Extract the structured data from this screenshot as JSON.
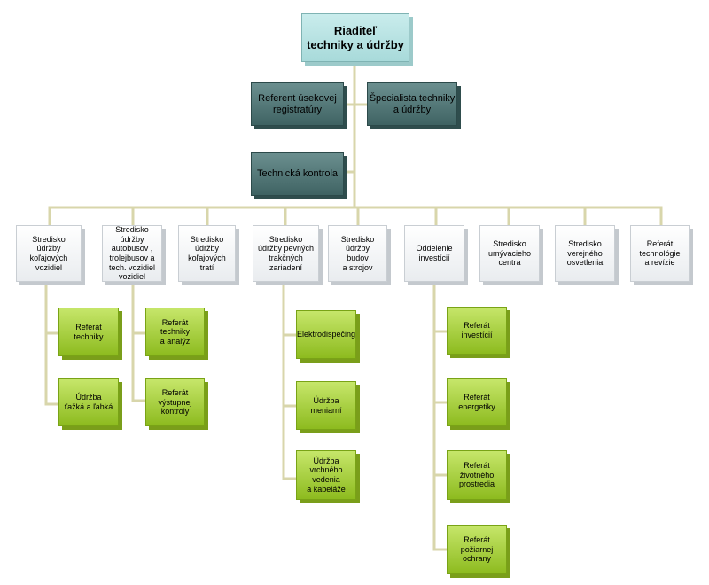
{
  "root": "Riaditeľ\ntechniky a údržby",
  "staff": {
    "referent": "Referent úsekovej\nregistratúry",
    "specialista": "Špecialista techniky\na údržby",
    "kontrola": "Technická kontrola"
  },
  "departments": [
    "Stredisko\núdržby\nkoľajových\nvozidiel",
    "Stredisko\núdržby\nautobusov ,\ntrolejbusov a\ntech. vozidiel\nvozidiel",
    "Stredisko\núdržby\nkoľajových\ntratí",
    "Stredisko\núdržby pevných\ntrakčných\nzariadení",
    "Stredisko\núdržby\nbudov\na strojov",
    "Oddelenie\ninvestícií",
    "Stredisko\numývacieho\ncentra",
    "Stredisko\nverejného\nosvetlenia",
    "Referát\ntechnológie\na revízie"
  ],
  "units": {
    "d1": [
      "Referát\ntechniky",
      "Údržba\nťažká a ľahká"
    ],
    "d2": [
      "Referát\ntechniky\na analýz",
      "Referát\nvýstupnej\nkontroly"
    ],
    "d4": [
      "Elektrodispečing",
      "Údržba\nmeniarní",
      "Údržba\nvrchného\nvedenia\na kabeláže"
    ],
    "d6": [
      "Referát\ninvestícií",
      "Referát\nenergetiky",
      "Referát\nživotného\nprostredia",
      "Referát\npožiarnej\nochrany"
    ]
  }
}
